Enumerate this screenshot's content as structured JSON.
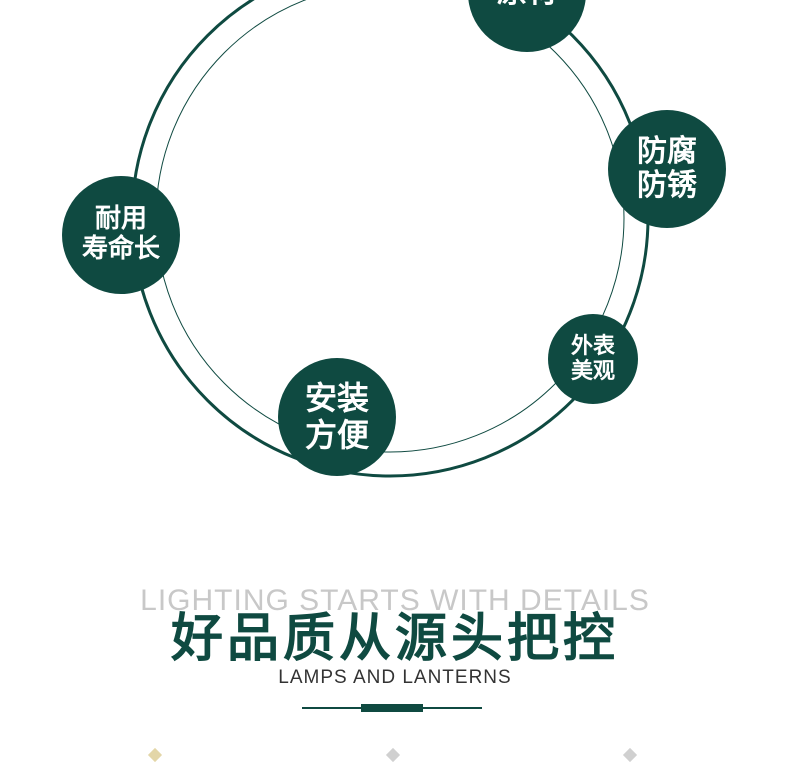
{
  "badges": {
    "raw": {
      "line1": "原材",
      "line2": ""
    },
    "rust": {
      "line1": "防腐",
      "line2": "防锈"
    },
    "life": {
      "line1": "耐用",
      "line2": "寿命长"
    },
    "look": {
      "line1": "外表",
      "line2": "美观"
    },
    "install": {
      "line1": "安装",
      "line2": "方便"
    }
  },
  "section": {
    "background_text": "LIGHTING STARTS WITH DETAILS",
    "title": "好品质从源头把控",
    "subtitle": "LAMPS AND LANTERNS"
  },
  "colors": {
    "brand": "#0f4a41",
    "background_text": "#c8c8c8"
  }
}
